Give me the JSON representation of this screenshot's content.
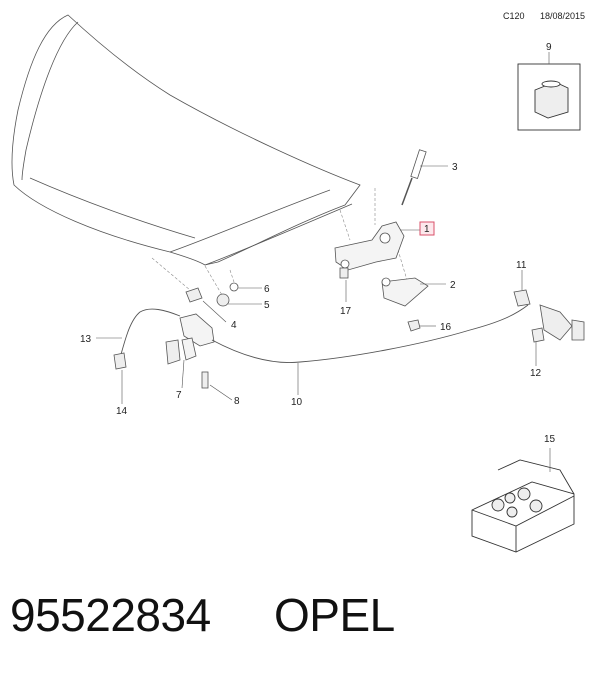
{
  "header": {
    "code": "C120",
    "date": "18/08/2015"
  },
  "callouts": [
    "1",
    "2",
    "3",
    "4",
    "5",
    "6",
    "7",
    "8",
    "9",
    "10",
    "11",
    "12",
    "13",
    "14",
    "15",
    "16",
    "17"
  ],
  "highlight_color": "#d9506a",
  "footer": {
    "part_number": "95522834",
    "brand": "OPEL"
  }
}
